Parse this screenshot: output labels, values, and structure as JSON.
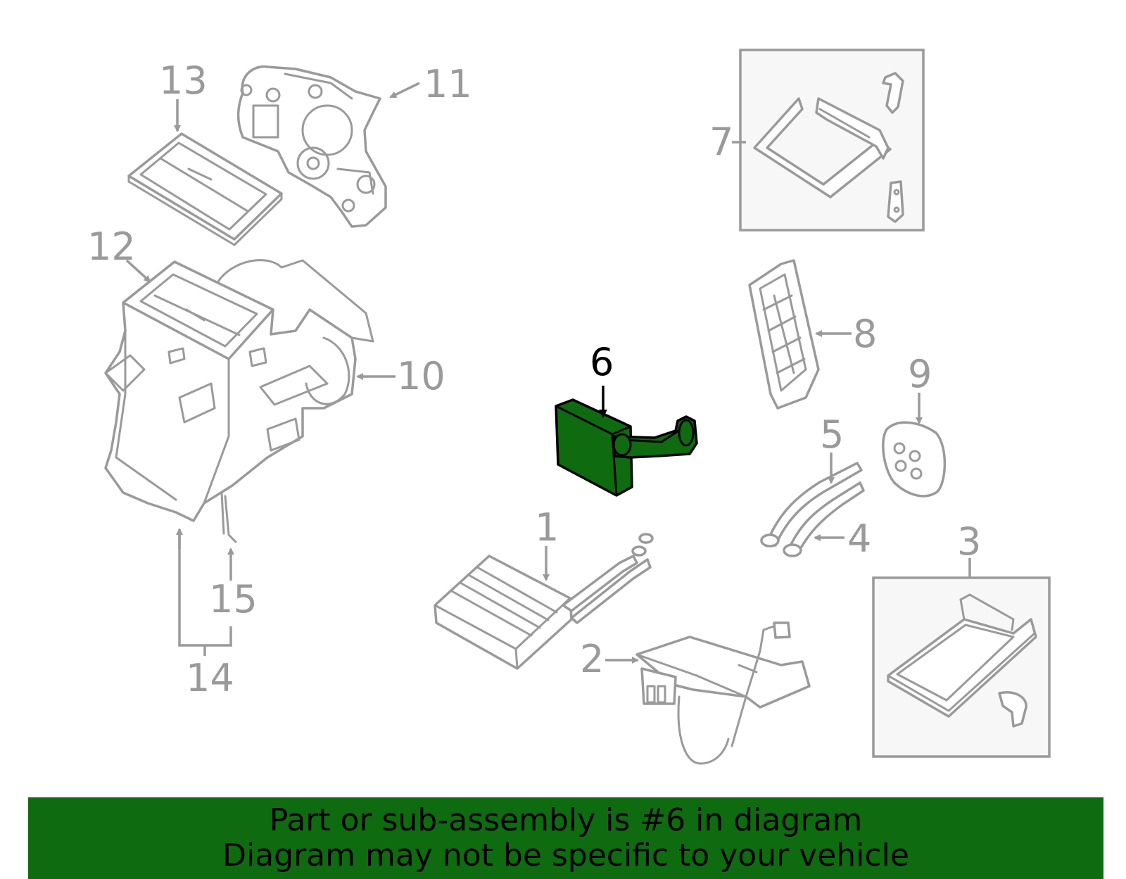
{
  "diagram": {
    "highlighted_part": "6",
    "highlight_color": "#0f6b0f",
    "line_color": "#9a9a9a",
    "callouts": {
      "c1": "1",
      "c2": "2",
      "c3": "3",
      "c4": "4",
      "c5": "5",
      "c6": "6",
      "c7": "7",
      "c8": "8",
      "c9": "9",
      "c10": "10",
      "c11": "11",
      "c12": "12",
      "c13": "13",
      "c14": "14",
      "c15": "15"
    }
  },
  "banner": {
    "line1": "Part or sub-assembly is #6 in diagram",
    "line2": "Diagram may not be specific to your vehicle"
  }
}
